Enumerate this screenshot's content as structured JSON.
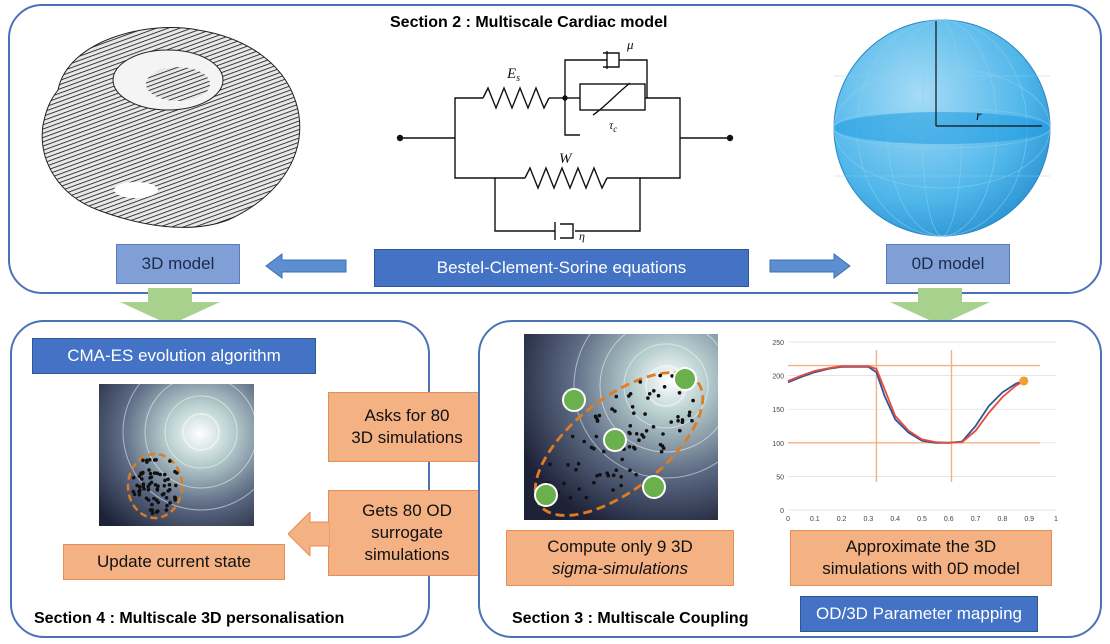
{
  "sections": {
    "s2_title": "Section 2 : Multiscale Cardiac model",
    "s4_title": "Section 4 : Multiscale 3D personalisation",
    "s3_title": "Section 3 : Multiscale Coupling"
  },
  "top": {
    "model_3d": "3D model",
    "equations": "Bestel-Clement-Sorine equations",
    "model_0d": "0D model",
    "circuit": {
      "Es": "E",
      "Es_sub": "s",
      "mu": "μ",
      "tau": "τ",
      "tau_sub": "c",
      "W": "W",
      "eta": "η"
    },
    "sphere_label": "r"
  },
  "s4": {
    "cma_label": "CMA-ES evolution algorithm",
    "asks_line1": "Asks for 80",
    "asks_line2": "3D simulations",
    "gets_line1": "Gets 80 OD",
    "gets_line2": "surrogate",
    "gets_line3": "simulations",
    "update_label": "Update current state"
  },
  "s3": {
    "compute_line1": "Compute only 9 3D",
    "compute_line2": "sigma-simulations",
    "approx_line1": "Approximate the 3D",
    "approx_line2": "simulations with 0D model",
    "mapping_label": "OD/3D Parameter mapping"
  },
  "colors": {
    "panel_border": "#4a72b8",
    "blue_box": "#4472c4",
    "salmon": "#f4b183",
    "arrow_green": "#a9d18e",
    "chart_blue": "#2f5597",
    "chart_red": "#e74c3c",
    "chart_orange": "#f4b183"
  },
  "chart_data": {
    "type": "line",
    "x_ticks": [
      "0",
      "0.1",
      "0.2",
      "0.3",
      "0.4",
      "0.5",
      "0.6",
      "0.7",
      "0.8",
      "0.9",
      "1"
    ],
    "y_ticks": [
      "0",
      "50",
      "100",
      "150",
      "200",
      "250"
    ],
    "xlim": [
      0,
      1
    ],
    "ylim": [
      0,
      250
    ],
    "series": [
      {
        "color": "#2f5597",
        "x": [
          0,
          0.05,
          0.1,
          0.15,
          0.2,
          0.25,
          0.3,
          0.33,
          0.36,
          0.4,
          0.45,
          0.5,
          0.55,
          0.6,
          0.65,
          0.7,
          0.75,
          0.8,
          0.85,
          0.88
        ],
        "y": [
          190,
          198,
          205,
          210,
          213,
          213,
          213,
          205,
          170,
          135,
          115,
          103,
          100,
          100,
          102,
          125,
          155,
          175,
          188,
          192
        ]
      },
      {
        "color": "#e74c3c",
        "x": [
          0,
          0.05,
          0.1,
          0.15,
          0.2,
          0.25,
          0.3,
          0.33,
          0.36,
          0.4,
          0.45,
          0.5,
          0.55,
          0.6,
          0.65,
          0.7,
          0.75,
          0.8,
          0.85,
          0.88
        ],
        "y": [
          192,
          200,
          207,
          211,
          214,
          214,
          214,
          210,
          180,
          140,
          118,
          105,
          101,
          100,
          101,
          118,
          145,
          168,
          185,
          192
        ]
      }
    ],
    "hlines": [
      215,
      100
    ],
    "vlines": [
      0.33,
      0.61
    ],
    "end_point": {
      "x": 0.88,
      "y": 192
    }
  }
}
